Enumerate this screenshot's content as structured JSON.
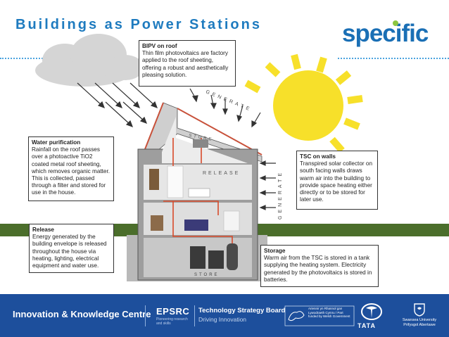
{
  "title": "Buildings as Power Stations",
  "logo": "specific",
  "labels": {
    "generate_top": "GENERATE",
    "generate_side": "GENERATE",
    "store_top": "STORE",
    "release": "RELEASE",
    "store_bottom": "STORE"
  },
  "callouts": {
    "bipv": {
      "heading": "BIPV on roof",
      "text": "Thin film photovoltaics are factory applied to the roof sheeting, offering a robust and aesthetically pleasing solution."
    },
    "water": {
      "heading": "Water purification",
      "text": "Rainfall on the roof passes over a photoactive TiO2 coated metal roof sheeting, which removes organic matter. This is collected, passed through a filter and stored for use in the house."
    },
    "tsc": {
      "heading": "TSC on walls",
      "text": "Transpired solar collector on south facing walls draws warm air into the building to provide space heating either directly or to be stored for later use."
    },
    "release": {
      "heading": "Release",
      "text": "Energy generated by the building envelope is released throughout the house via heating, lighting, electrical equipment and water use."
    },
    "storage": {
      "heading": "Storage",
      "text": "Warm air from the TSC is stored in a tank supplying the heating system. Electricity generated by the photovoltaics is stored in batteries."
    }
  },
  "footer": {
    "ikc": "Innovation & Knowledge Centre",
    "epsrc": "EPSRC",
    "epsrc_sub": "Pioneering research and skills",
    "tsb": "Technology Strategy Board",
    "tsb_sub": "Driving Innovation",
    "welsh": "Ariennir yn Rhannol gan Lywodraeth Cymru / Part funded by Welsh Government",
    "tata": "TATA",
    "swansea": "Swansea University Prifysgol Abertawe"
  },
  "colors": {
    "title": "#1e7bbf",
    "footer": "#1d4f9c",
    "sun": "#f7e02a",
    "grass": "#4b6e2b"
  }
}
